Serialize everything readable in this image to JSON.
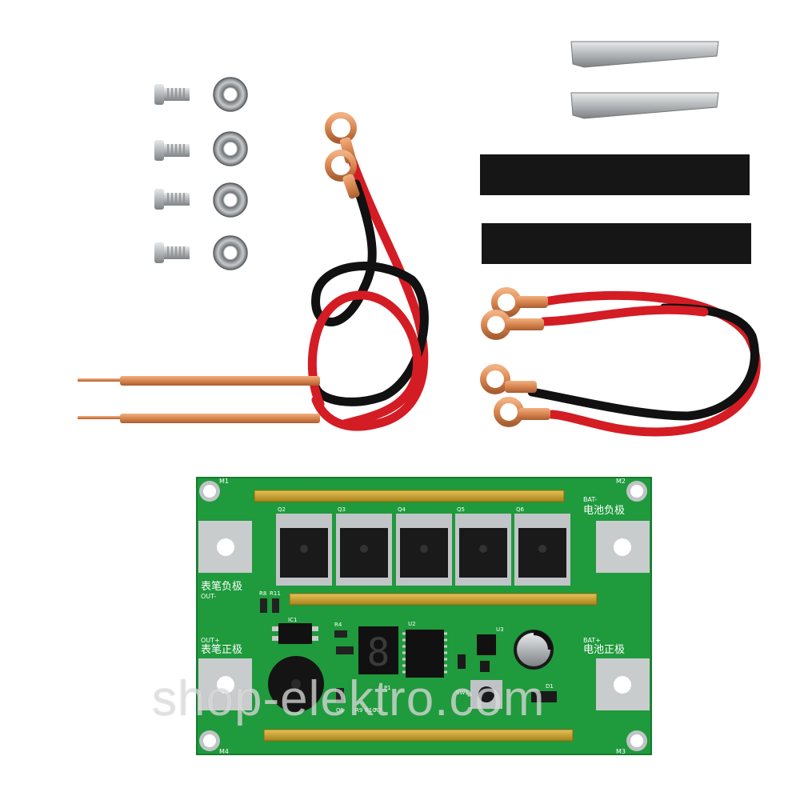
{
  "watermark": "shop-elektro.com",
  "colors": {
    "pcb": "#1f9a3c",
    "pcb_dark": "#167a2e",
    "copper": "#d98a55",
    "copper_dark": "#a85e32",
    "wire_red": "#d41c24",
    "wire_black": "#111111",
    "gold": "#c9a227",
    "velcro": "#161616",
    "metal": "#b9bcbe"
  },
  "pcb": {
    "mount_labels": [
      "M1",
      "M2",
      "M3",
      "M4"
    ],
    "labels": {
      "bat_neg_en": "BAT-",
      "bat_neg_cn": "电池负极",
      "bat_pos_en": "BAT+",
      "bat_pos_cn": "电池正极",
      "out_neg_cn": "表笔负极",
      "out_neg_en": "OUT-",
      "out_pos_en": "OUT+",
      "out_pos_cn": "表笔正极"
    },
    "mosfets": [
      "Q2",
      "Q3",
      "Q4",
      "Q5",
      "Q6"
    ],
    "components": [
      "R8",
      "R11",
      "IC1",
      "R4",
      "U2",
      "U3",
      "SW1",
      "D1",
      "P1",
      "R9",
      "R10",
      "R7",
      "Q1"
    ],
    "display_digit": "8"
  }
}
